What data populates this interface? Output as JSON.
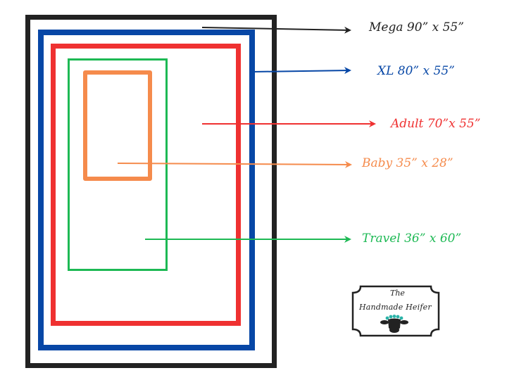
{
  "colors": {
    "mega": "#222222",
    "xl": "#0747a6",
    "adult": "#ef3131",
    "travel": "#1db954",
    "baby": "#f58b4c"
  },
  "labels": {
    "mega": "Mega 90” x 55”",
    "xl": "XL 80” x 55”",
    "adult": "Adult 70”x 55”",
    "baby": "Baby 35” x 28”",
    "travel": "Travel 36” x 60”"
  },
  "logo": {
    "the": "The",
    "name": "Handmade Heifer",
    "icon": "cow-head-icon"
  }
}
